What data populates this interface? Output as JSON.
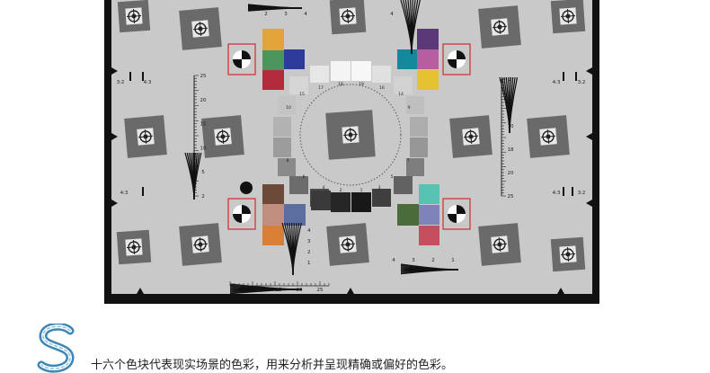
{
  "test_chart": {
    "top_wedge_ticks": [
      "2",
      "3",
      "4"
    ],
    "side_aspect_labels": [
      "3:2",
      "4:3",
      "4:3",
      "3:2"
    ],
    "left_scale_ticks": [
      "25",
      "20",
      "15",
      "10",
      "5",
      "2"
    ],
    "right_scale_ticks": [
      "2",
      "5",
      "10",
      "18",
      "20",
      "25"
    ],
    "bottom_left_wedge_ticks": [
      "4",
      "3",
      "2",
      "1"
    ],
    "bottom_right_wedge_ticks": [
      "4",
      "3",
      "2",
      "1"
    ],
    "bottom_scale_ticks": [
      "5",
      "10",
      "15",
      "20",
      "25"
    ],
    "ring_labels": [
      "18",
      "19",
      "17",
      "16",
      "15",
      "14",
      "10",
      "9",
      "8",
      "7",
      "6",
      "5",
      "4",
      "3",
      "2",
      "1"
    ],
    "patch_colors": {
      "top_left": [
        "#e2a33a",
        "#49955c",
        "#2e3a9a",
        "#b32b3c"
      ],
      "top_right": [
        "#5b3877",
        "#138a9b",
        "#b55fa0",
        "#e5c231"
      ],
      "bottom_left": [
        "#6c4a3a",
        "#c08e7e",
        "#5a6f9d",
        "#d97f35"
      ],
      "bottom_right": [
        "#58c3b1",
        "#4c6b3a",
        "#7e84b9",
        "#c44e5e"
      ]
    }
  },
  "caption": {
    "text": "十六个色块代表现实场景的色彩，用来分析并呈现精确或偏好的色彩。"
  }
}
